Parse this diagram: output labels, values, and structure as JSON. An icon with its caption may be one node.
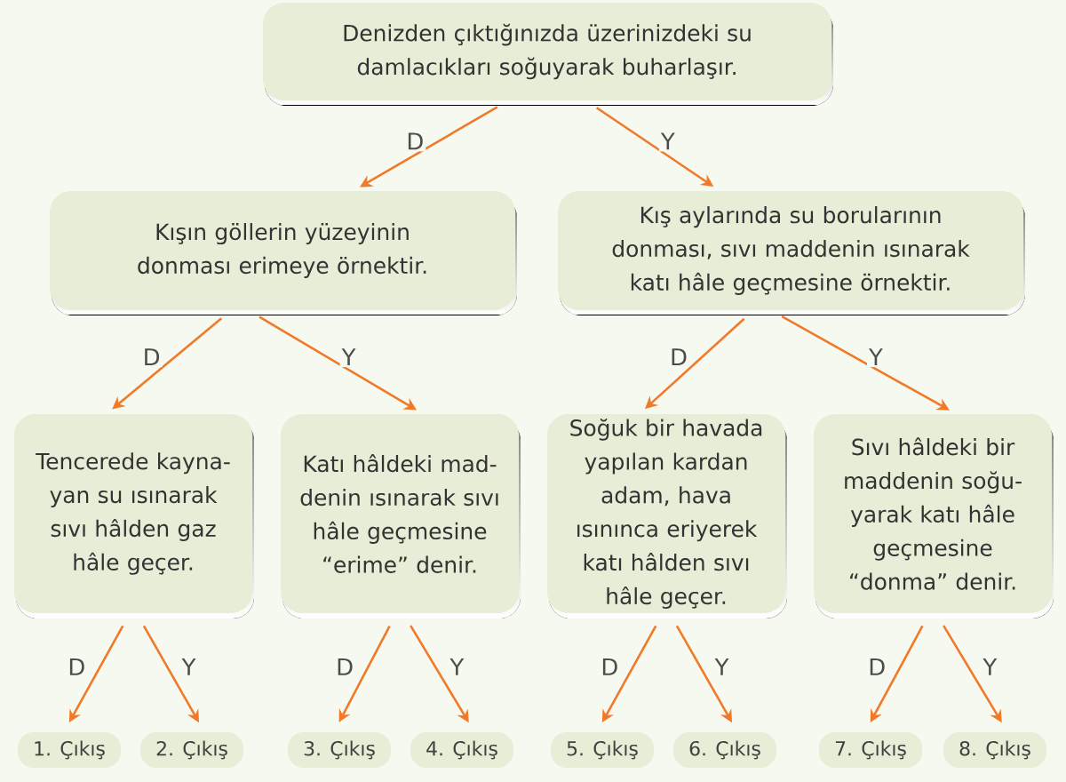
{
  "diagram": {
    "nodes": [
      {
        "text": [
          "Denizden çıktığınızda üzerinizdeki su damlacıkları soğuyarak buharlaşır."
        ]
      },
      {
        "text": [
          "Kışın göllerin yüzeyinin donması erimeye örnektir."
        ]
      },
      {
        "text": [
          "Kış aylarında su borularının donması, sıvı maddenin ısınarak katı hâle geçmesine örnektir."
        ]
      },
      {
        "text": [
          "Tencerede kayna- yan su ısınarak sıvı hâlden gaz hâle geçer."
        ]
      },
      {
        "text": [
          "Katı hâldeki mad- denin ısınarak sıvı hâle geçmesine “erime” denir."
        ]
      },
      {
        "text": [
          "Soğuk bir havada yapılan kardan adam, hava ısınınca eriyerek katı hâlden sıvı hâle geçer."
        ]
      },
      {
        "text": [
          "Sıvı hâldeki bir maddenin soğu- yarak katı hâle geçmesine “donma” denir."
        ]
      },
      {
        "text": [
          "1. Çıkış"
        ]
      },
      {
        "text": [
          "2. Çıkış"
        ]
      },
      {
        "text": [
          "3. Çıkış"
        ]
      },
      {
        "text": [
          "4. Çıkış"
        ]
      },
      {
        "text": [
          "5. Çıkış"
        ]
      },
      {
        "text": [
          "6. Çıkış"
        ]
      },
      {
        "text": [
          "7. Çıkış"
        ]
      },
      {
        "text": [
          "8. Çıkış"
        ]
      }
    ],
    "edges": [
      {
        "from": 0,
        "to": 1,
        "arrow": "to",
        "label": "D"
      },
      {
        "from": 0,
        "to": 2,
        "arrow": "to",
        "label": "Y"
      },
      {
        "from": 1,
        "to": 3,
        "arrow": "to",
        "label": "D"
      },
      {
        "from": 1,
        "to": 4,
        "arrow": "to",
        "label": "Y"
      },
      {
        "from": 2,
        "to": 5,
        "arrow": "to",
        "label": "D"
      },
      {
        "from": 2,
        "to": 6,
        "arrow": "to",
        "label": "Y"
      },
      {
        "from": 3,
        "to": 7,
        "arrow": "to",
        "label": "D"
      },
      {
        "from": 3,
        "to": 8,
        "arrow": "to",
        "label": "Y"
      },
      {
        "from": 4,
        "to": 9,
        "arrow": "to",
        "label": "D"
      },
      {
        "from": 4,
        "to": 10,
        "arrow": "to",
        "label": "Y"
      },
      {
        "from": 5,
        "to": 11,
        "arrow": "to",
        "label": "D"
      },
      {
        "from": 5,
        "to": 12,
        "arrow": "to",
        "label": "Y"
      },
      {
        "from": 6,
        "to": 13,
        "arrow": "to",
        "label": "D"
      },
      {
        "from": 6,
        "to": 14,
        "arrow": "to",
        "label": "Y"
      }
    ]
  }
}
